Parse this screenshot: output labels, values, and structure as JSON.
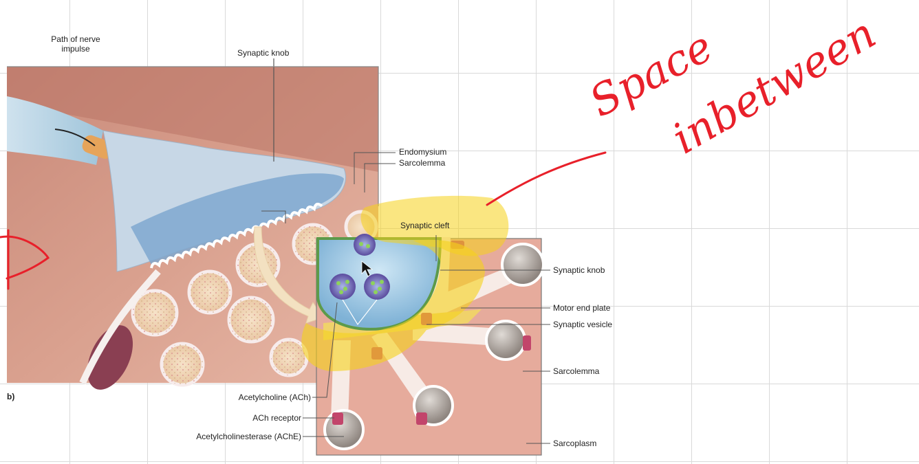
{
  "figure": {
    "panel_letter": "b)",
    "labels": {
      "path_of_nerve_impulse_line1": "Path of nerve",
      "path_of_nerve_impulse_line2": "impulse",
      "synaptic_knob_top": "Synaptic knob",
      "endomysium": "Endomysium",
      "sarcolemma_top": "Sarcolemma",
      "synaptic_cleft": "Synaptic cleft",
      "synaptic_knob_right": "Synaptic knob",
      "motor_end_plate": "Motor end platе",
      "synaptic_vesicle": "Synaptic vesiclе",
      "sarcolemma_right": "Sarcolemma",
      "sarcoplasm": "Sarcoplasm",
      "acetylcholine": "Acetylcholine (ACh)",
      "ach_receptor": "ACh receptor",
      "acetylcholinesterase": "Acetylcholinesterase (AChE)"
    }
  },
  "annotation": {
    "handwritten_line1": "Space",
    "handwritten_line2": "inbetween",
    "ink_color": "#e8202a",
    "highlight_color": "#f5d21a"
  }
}
